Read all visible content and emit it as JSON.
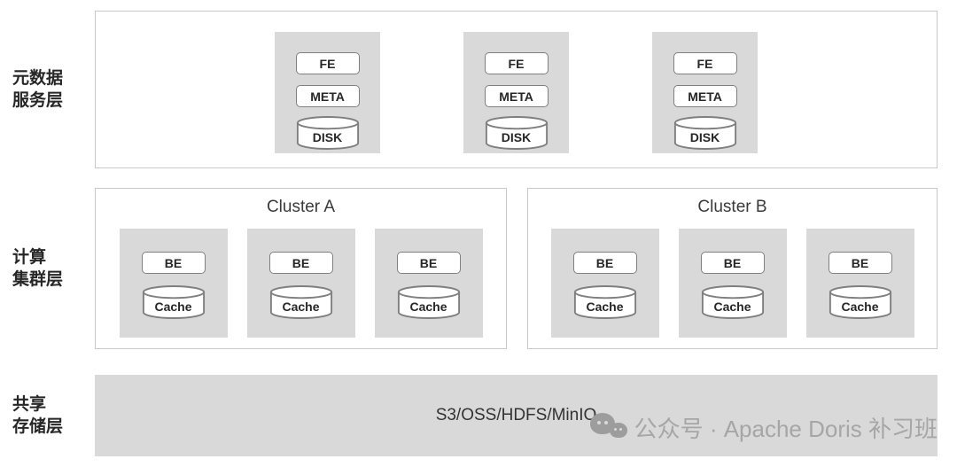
{
  "colors": {
    "node_fill": "#d9d9d9",
    "outer_box_border": "#c9c9c9",
    "shape_border": "#7f7f7f",
    "storage_fill": "#d9d9d9",
    "text": "#262626",
    "watermark": "#a6a6a6"
  },
  "layers": {
    "metadata": {
      "label_line1": "元数据",
      "label_line2": "服务层",
      "nodes": [
        {
          "fe": "FE",
          "meta": "META",
          "disk": "DISK"
        },
        {
          "fe": "FE",
          "meta": "META",
          "disk": "DISK"
        },
        {
          "fe": "FE",
          "meta": "META",
          "disk": "DISK"
        }
      ]
    },
    "compute": {
      "label_line1": "计算",
      "label_line2": "集群层",
      "clusters": [
        {
          "title": "Cluster A",
          "nodes": [
            {
              "be": "BE",
              "cache": "Cache"
            },
            {
              "be": "BE",
              "cache": "Cache"
            },
            {
              "be": "BE",
              "cache": "Cache"
            }
          ]
        },
        {
          "title": "Cluster B",
          "nodes": [
            {
              "be": "BE",
              "cache": "Cache"
            },
            {
              "be": "BE",
              "cache": "Cache"
            },
            {
              "be": "BE",
              "cache": "Cache"
            }
          ]
        }
      ]
    },
    "storage": {
      "label_line1": "共享",
      "label_line2": "存储层",
      "text": "S3/OSS/HDFS/MinIO"
    }
  },
  "watermark": {
    "icon": "wechat-icon",
    "text": "公众号 · Apache Doris 补习班"
  }
}
